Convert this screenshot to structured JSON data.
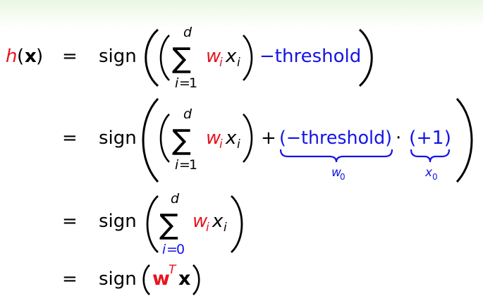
{
  "equation": {
    "lhs": {
      "h": "h",
      "open": "(",
      "x": "x",
      "close": ")"
    },
    "equals": "=",
    "sign": "sign",
    "sum_symbol": "∑",
    "sum_upper": "d",
    "sum_lower_var": "i",
    "sum_lower_eq": "=",
    "lower_one": "1",
    "lower_zero": "0",
    "w": "w",
    "x_var": "x",
    "i_sub": "i",
    "minus_threshold": "−threshold",
    "plus": "+",
    "neg_threshold_paren": "(−threshold)",
    "dot": "·",
    "plus_one_paren": "(+1)",
    "w0_w": "w",
    "w0_sub": "0",
    "x0_x": "x",
    "x0_sub": "0",
    "wT_w": "w",
    "wT_T": "T",
    "wT_x": "x"
  },
  "colors": {
    "red": "#e8141e",
    "blue": "#1414e6",
    "black": "#000000"
  }
}
